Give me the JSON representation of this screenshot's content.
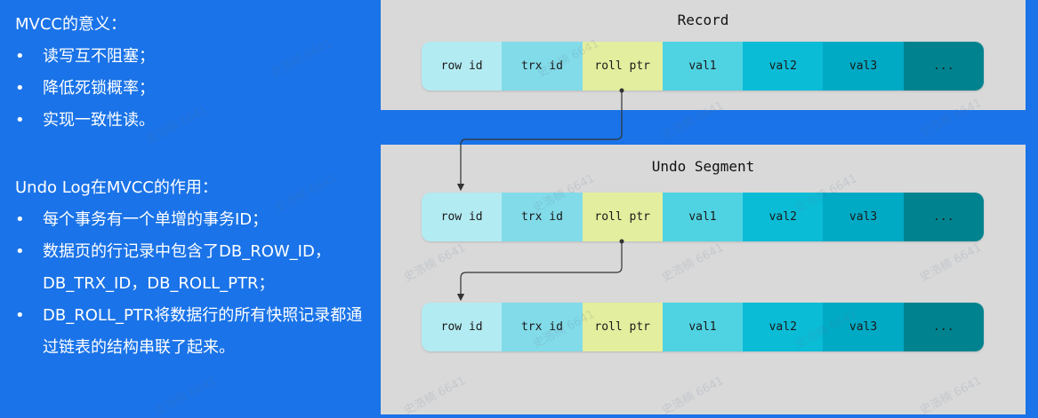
{
  "left": {
    "section1": {
      "title": "MVCC的意义：",
      "items": [
        "读写互不阻塞；",
        "降低死锁概率；",
        "实现一致性读。"
      ]
    },
    "section2": {
      "title": "Undo Log在MVCC的作用：",
      "items": [
        "每个事务有一个单增的事务ID；",
        "数据页的行记录中包含了DB_ROW_ID，DB_TRX_ID，DB_ROLL_PTR；",
        "DB_ROLL_PTR将数据行的所有快照记录都通过链表的结构串联了起来。"
      ]
    }
  },
  "diagram": {
    "record_title": "Record",
    "undo_title": "Undo Segment",
    "fields": [
      "row id",
      "trx id",
      "roll ptr",
      "val1",
      "val2",
      "val3",
      "..."
    ],
    "field_colors": [
      "#b3ebf2",
      "#82dbe9",
      "#e3ee9e",
      "#4fd3e3",
      "#0bbcd7",
      "#00aac5",
      "#00838f"
    ]
  },
  "watermark": "史浩楠 6641"
}
